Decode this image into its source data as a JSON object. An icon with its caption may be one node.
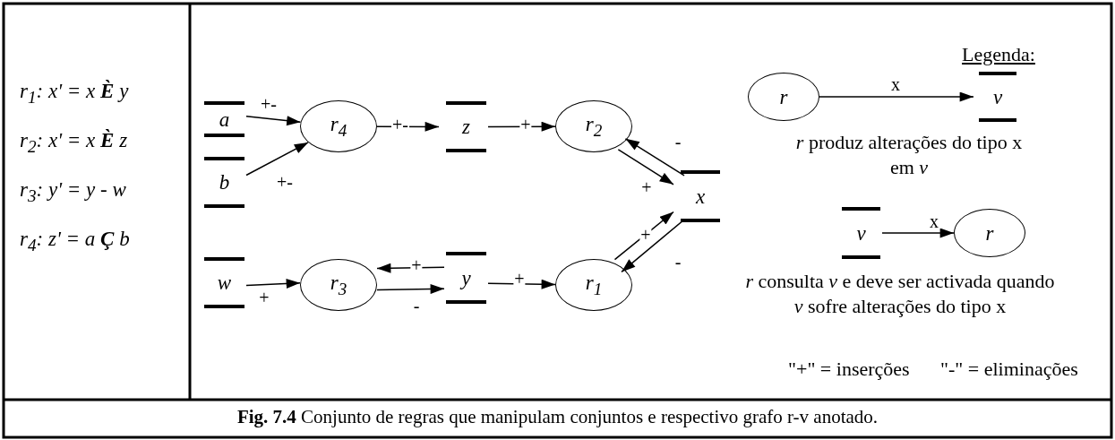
{
  "diagram": {
    "caption": "**Fig. 7.4** Conjunto de regras que manipulam conjuntos e respectivo grafo r-v anotado.",
    "nodes": [
      {
        "text": [
          "a"
        ]
      },
      {
        "text": [
          "b"
        ]
      },
      {
        "text": [
          "w"
        ]
      },
      {
        "text": [
          "r$_{4}$"
        ]
      },
      {
        "text": [
          "z"
        ]
      },
      {
        "text": [
          "r$_{2}$"
        ]
      },
      {
        "text": [
          "x"
        ]
      },
      {
        "text": [
          "r$_{3}$"
        ]
      },
      {
        "text": [
          "y"
        ]
      },
      {
        "text": [
          "r$_{1}$"
        ]
      },
      {
        "text": [
          "r"
        ]
      },
      {
        "text": [
          "v"
        ]
      },
      {
        "text": [
          "v"
        ]
      },
      {
        "text": [
          "r"
        ]
      }
    ],
    "edges": [
      {
        "from": 0,
        "to": 3,
        "arrow": "to",
        "label": "+-"
      },
      {
        "from": 1,
        "to": 3,
        "arrow": "to",
        "label": "+-"
      },
      {
        "from": 3,
        "to": 4,
        "arrow": "to",
        "label": "+-"
      },
      {
        "from": 4,
        "to": 5,
        "arrow": "to",
        "label": "+"
      },
      {
        "from": 5,
        "to": 6,
        "arrow": "to",
        "label": "+"
      },
      {
        "from": 6,
        "to": 5,
        "arrow": "to",
        "label": "-"
      },
      {
        "from": 9,
        "to": 6,
        "arrow": "to",
        "label": "+"
      },
      {
        "from": 6,
        "to": 9,
        "arrow": "to",
        "label": "-"
      },
      {
        "from": 2,
        "to": 7,
        "arrow": "to",
        "label": "+"
      },
      {
        "from": 8,
        "to": 7,
        "arrow": "to",
        "label": "+"
      },
      {
        "from": 7,
        "to": 8,
        "arrow": "to",
        "label": "-"
      },
      {
        "from": 8,
        "to": 9,
        "arrow": "to",
        "label": "+"
      },
      {
        "from": 10,
        "to": 11,
        "arrow": "to",
        "label": "x"
      },
      {
        "from": 12,
        "to": 13,
        "arrow": "to",
        "label": "x"
      }
    ],
    "labels": [
      "r$_{1}$: x' = x **È** y",
      "r$_{2}$: x' = x **È** z",
      "r$_{3}$: y' = y - w",
      "r$_{4}$: z' = a **Ç** b",
      "Legenda:",
      "*r* produz alterações do tipo x em *v*",
      "*r* consulta *v* e deve ser activada quando *v* sofre alterações do tipo x",
      "\"+\" = inserções",
      "\"-\" = eliminações"
    ]
  }
}
